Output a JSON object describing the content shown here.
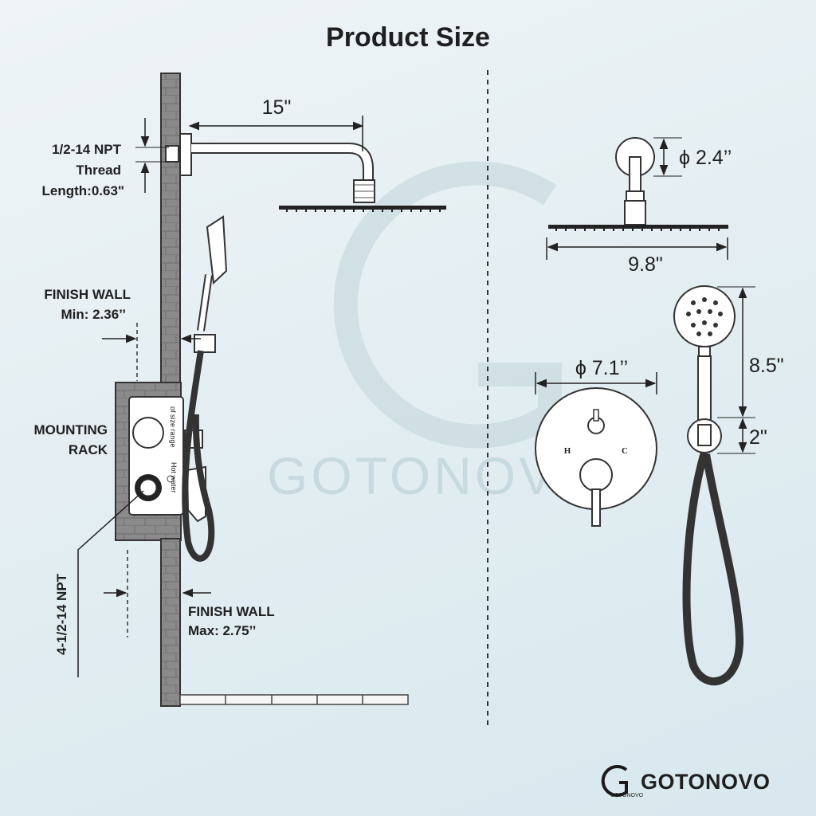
{
  "title": "Product Size",
  "left": {
    "arm_length": "15\"",
    "thread_label": [
      "1/2-14 NPT",
      "Thread",
      "Length:0.63\""
    ],
    "finish_wall_min": [
      "FINISH WALL",
      "Min: 2.36’’"
    ],
    "mounting_rack": [
      "MOUNTING",
      "RACK"
    ],
    "npt_inlet": "4-1/2-14 NPT",
    "finish_wall_max": [
      "FINISH WALL",
      "Max: 2.75’’"
    ],
    "valve_text_size": "of size range",
    "valve_text_hot": "Hot water"
  },
  "right": {
    "flange_dia": "ϕ 2.4’’",
    "head_width": "9.8\"",
    "plate_dia": "ϕ 7.1’’",
    "hot_mark": "H",
    "cold_mark": "C",
    "handheld_length": "8.5\"",
    "holder_height": "2\""
  },
  "watermark": "GOTONOVO",
  "brand": {
    "name": "GOTONOVO",
    "small": "GOTONOVO",
    "logo_icon": "gotonovo-g-logo"
  }
}
